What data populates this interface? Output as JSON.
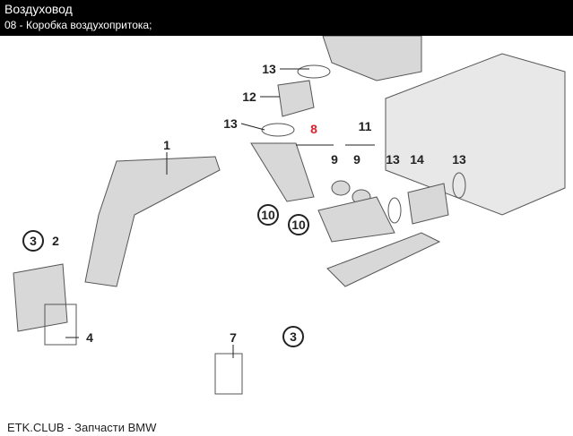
{
  "header": {
    "title": "Воздуховод",
    "subtitle": "08 - Коробка воздухопритока;"
  },
  "callouts": [
    "13",
    "12",
    "13",
    "8",
    "11",
    "1",
    "9",
    "9",
    "13",
    "14",
    "13",
    "10",
    "10",
    "3",
    "2",
    "4",
    "7",
    "3"
  ],
  "highlight_color": "#e0202a",
  "footer": "ETK.CLUB - Запчасти BMW"
}
